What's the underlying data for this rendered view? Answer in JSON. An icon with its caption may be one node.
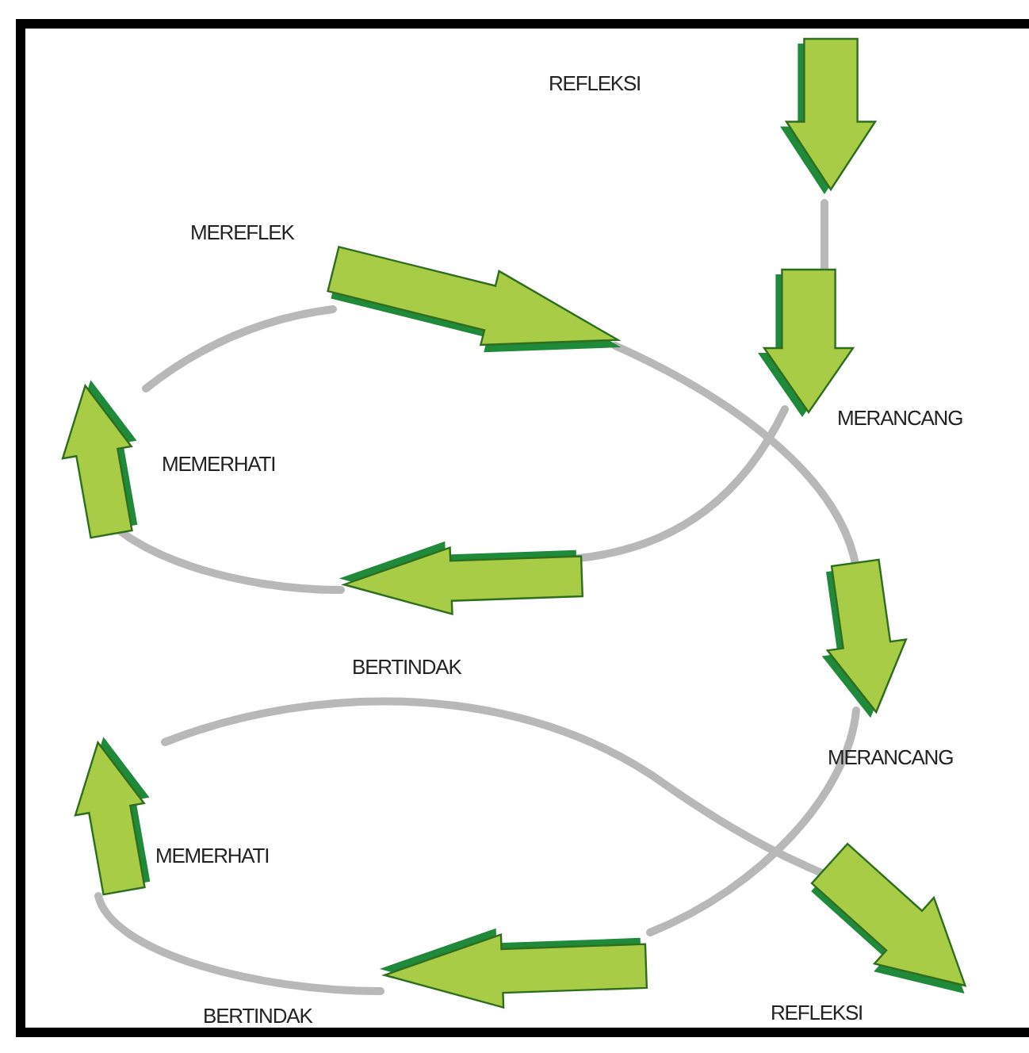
{
  "diagram": {
    "labels": [
      "REFLEKSI",
      "MEREFLEK",
      "MERANCANG",
      "MEMERHATI",
      "BERTINDAK",
      "MERANCANG",
      "MEMERHATI",
      "BERTINDAK",
      "REFLEKSI"
    ]
  }
}
